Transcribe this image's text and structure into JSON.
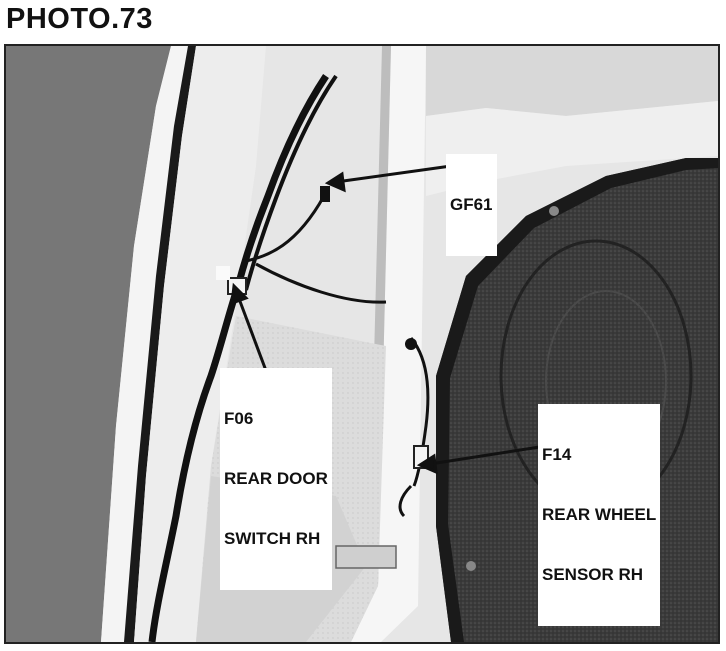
{
  "title": "PHOTO.73",
  "callouts": {
    "gf61": {
      "lines": [
        "GF61"
      ]
    },
    "f06": {
      "lines": [
        "F06",
        "REAR DOOR",
        "SWITCH RH"
      ]
    },
    "f14": {
      "lines": [
        "F14",
        "REAR WHEEL",
        "SENSOR RH"
      ]
    }
  }
}
